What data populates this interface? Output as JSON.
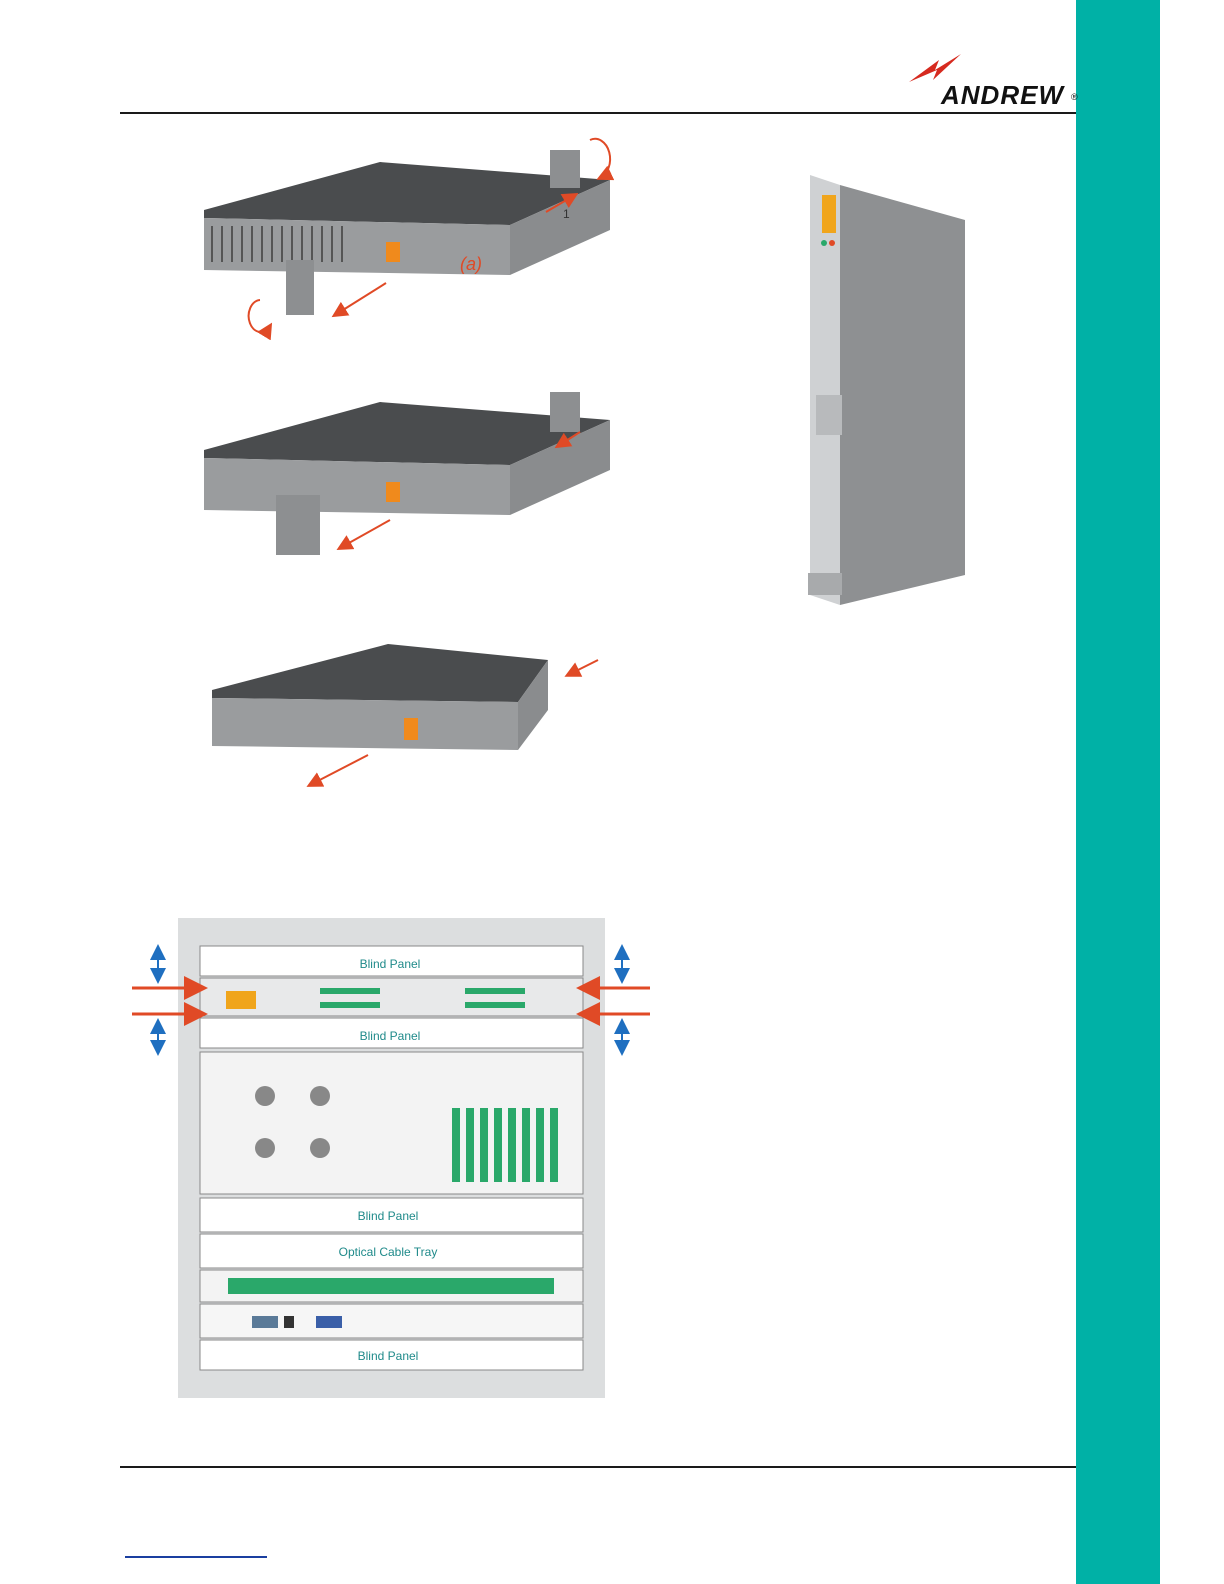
{
  "header": {
    "logo_text": "ANDREW",
    "logo_reg": "®"
  },
  "figure_a": {
    "label": "(a)",
    "step": "1"
  },
  "rack": {
    "panels": [
      "Blind Panel",
      "Blind Panel",
      "Blind Panel",
      "Optical Cable Tray",
      "Blind Panel"
    ]
  },
  "colors": {
    "accent": "#00b1a6",
    "arrow_red": "#e04a26",
    "arrow_blue": "#1f6fc0",
    "module_green": "#2aa86a"
  }
}
